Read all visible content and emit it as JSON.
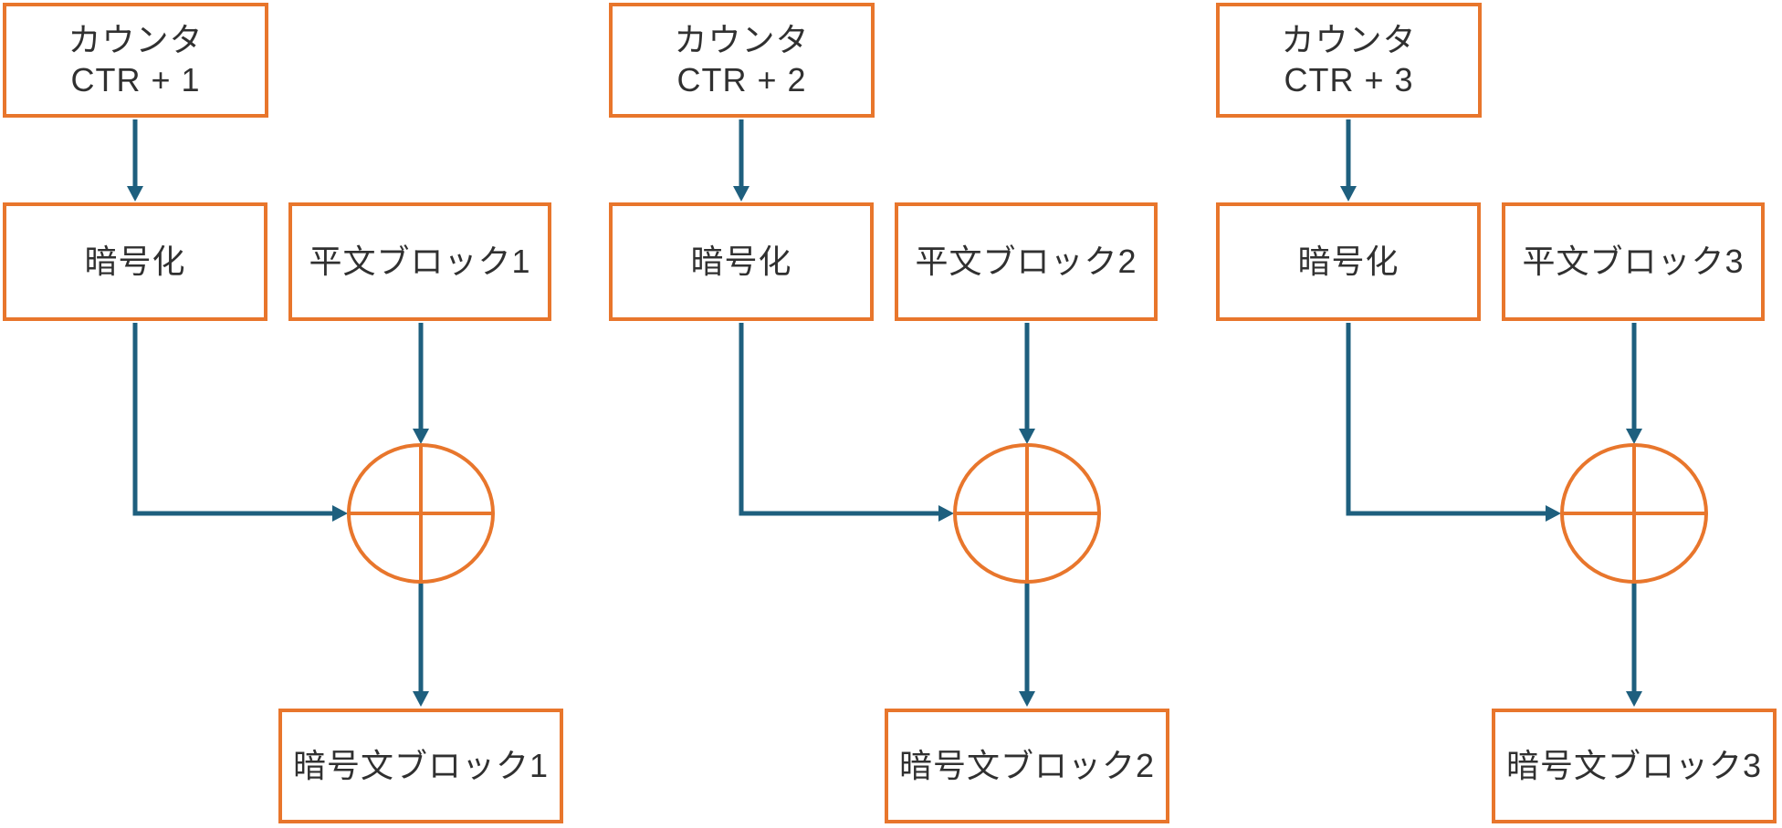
{
  "diagram": {
    "description_labels": {
      "xor_icon": "xor-circle-plus"
    },
    "colors": {
      "box_border": "#E8762C",
      "arrow": "#1E5F7E",
      "text": "#303030",
      "background": "#FFFFFF"
    },
    "columns": [
      {
        "counter_line1": "カウンタ",
        "counter_line2": "CTR + 1",
        "encrypt": "暗号化",
        "plaintext": "平文ブロック1",
        "ciphertext": "暗号文ブロック1"
      },
      {
        "counter_line1": "カウンタ",
        "counter_line2": "CTR + 2",
        "encrypt": "暗号化",
        "plaintext": "平文ブロック2",
        "ciphertext": "暗号文ブロック2"
      },
      {
        "counter_line1": "カウンタ",
        "counter_line2": "CTR + 3",
        "encrypt": "暗号化",
        "plaintext": "平文ブロック3",
        "ciphertext": "暗号文ブロック3"
      }
    ]
  }
}
